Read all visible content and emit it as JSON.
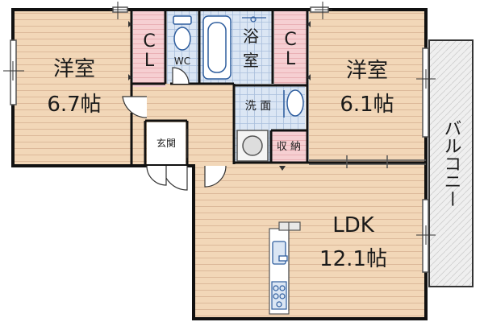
{
  "rooms": {
    "western1": {
      "name": "洋室",
      "size": "6.7帖"
    },
    "western2": {
      "name": "洋室",
      "size": "6.1帖"
    },
    "ldk": {
      "name": "LDK",
      "size": "12.1帖"
    },
    "closet1": {
      "c": "C",
      "l": "L"
    },
    "closet2": {
      "c": "C",
      "l": "L"
    },
    "wc": "WC",
    "bath": {
      "line1": "浴",
      "line2": "室"
    },
    "washroom": "洗 面",
    "storage": "収 納",
    "entrance": "玄関",
    "balcony": "バルコニー"
  },
  "colors": {
    "wood": "#f2d7b8",
    "wood_line": "#dcb99a",
    "closet": "#f6cfd2",
    "tile": "#dbe6f4",
    "tile_line": "#a9bfdc",
    "wall": "#111111",
    "balcony": "#efefef"
  }
}
